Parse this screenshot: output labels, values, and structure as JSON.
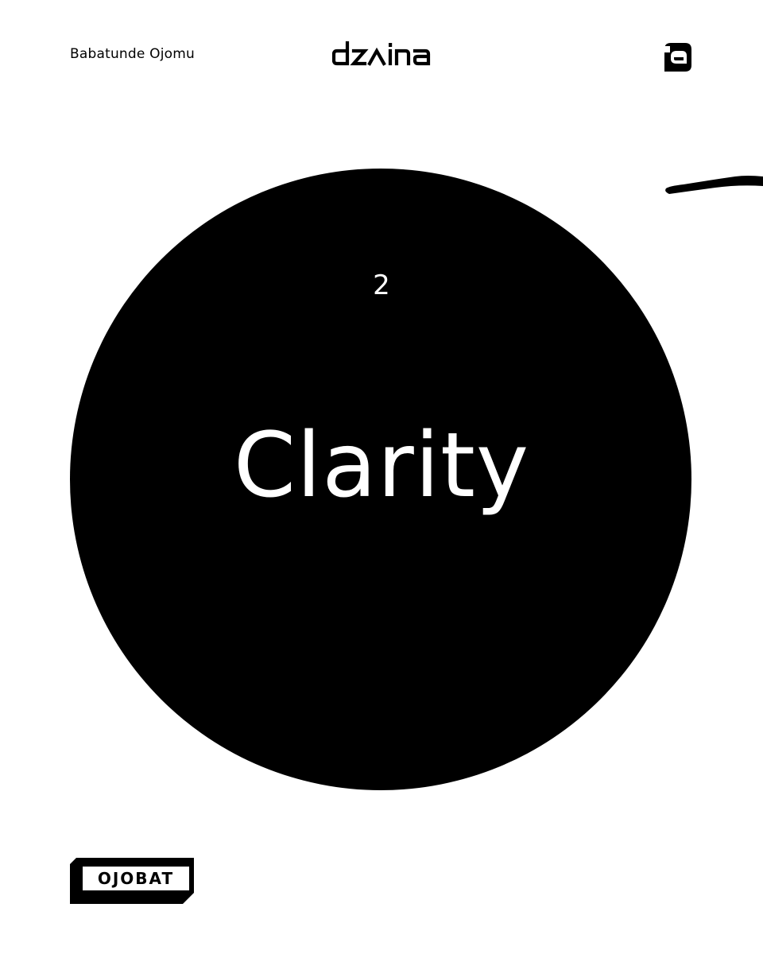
{
  "header": {
    "author": "Babatunde Ojomu",
    "brand_logo": "dzaina",
    "corner_logo": "dzaina-monogram-icon"
  },
  "cover": {
    "issue_number": "2",
    "title": "Clarity",
    "circle_color": "#000000",
    "text_color": "#ffffff"
  },
  "footer": {
    "badge_label": "OJOBAT"
  },
  "decorations": {
    "brush_stroke": "brush-stroke-icon"
  }
}
